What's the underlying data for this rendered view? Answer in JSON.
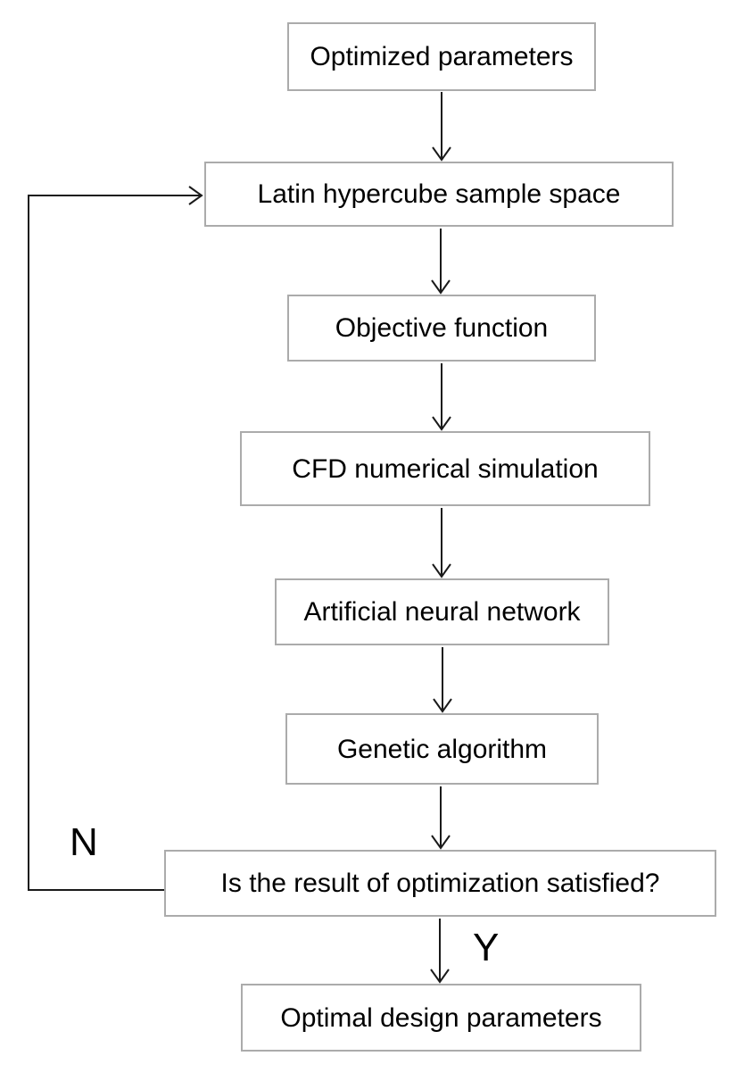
{
  "diagram": {
    "type": "flowchart",
    "boxes": [
      {
        "id": "optimized-parameters",
        "label": "Optimized parameters"
      },
      {
        "id": "latin-hypercube-sample-space",
        "label": "Latin hypercube sample space"
      },
      {
        "id": "objective-function",
        "label": "Objective function"
      },
      {
        "id": "cfd-numerical-simulation",
        "label": "CFD numerical simulation"
      },
      {
        "id": "artificial-neural-network",
        "label": "Artificial neural network"
      },
      {
        "id": "genetic-algorithm",
        "label": "Genetic algorithm"
      },
      {
        "id": "optimization-satisfied-decision",
        "label": "Is the result of optimization satisfied?"
      },
      {
        "id": "optimal-design-parameters",
        "label": "Optimal design parameters"
      }
    ],
    "branch_labels": {
      "no": "N",
      "yes": "Y"
    },
    "flow": [
      "Optimized parameters -> Latin hypercube sample space",
      "Latin hypercube sample space -> Objective function",
      "Objective function -> CFD numerical simulation",
      "CFD numerical simulation -> Artificial neural network",
      "Artificial neural network -> Genetic algorithm",
      "Genetic algorithm -> Is the result of optimization satisfied?",
      "Is the result of optimization satisfied? -Y-> Optimal design parameters",
      "Is the result of optimization satisfied? -N-> Latin hypercube sample space"
    ],
    "colors": {
      "background": "#ffffff",
      "box_border": "#ababab",
      "arrow": "#1a1a1a",
      "text": "#000000"
    }
  }
}
